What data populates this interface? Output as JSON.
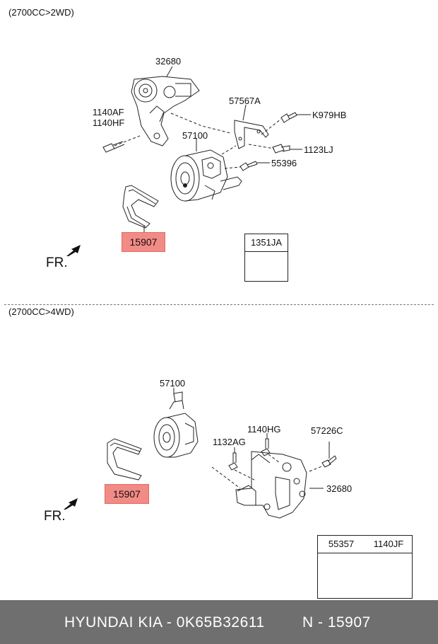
{
  "section1": {
    "title": "(2700CC>2WD)",
    "labels": {
      "p32680": "32680",
      "p1140af": "1140AF",
      "p1140hf": "1140HF",
      "p57567a": "57567A",
      "pk979hb": "K979HB",
      "p57100": "57100",
      "p1123lj": "1123LJ",
      "p55396": "55396",
      "p15907": "15907",
      "p1351ja": "1351JA"
    },
    "fr": "FR."
  },
  "section2": {
    "title": "(2700CC>4WD)",
    "labels": {
      "p57100": "57100",
      "p1140hg": "1140HG",
      "p57226c": "57226C",
      "p1132ag": "1132AG",
      "p32680": "32680",
      "p15907": "15907",
      "p55357": "55357",
      "p1140jf": "1140JF"
    },
    "fr": "FR."
  },
  "footer": {
    "left": "HYUNDAI  KIA - 0K65B32611",
    "right": "N - 15907"
  },
  "colors": {
    "highlight": "#f28b86",
    "footer_bg": "#6f6f6f"
  }
}
